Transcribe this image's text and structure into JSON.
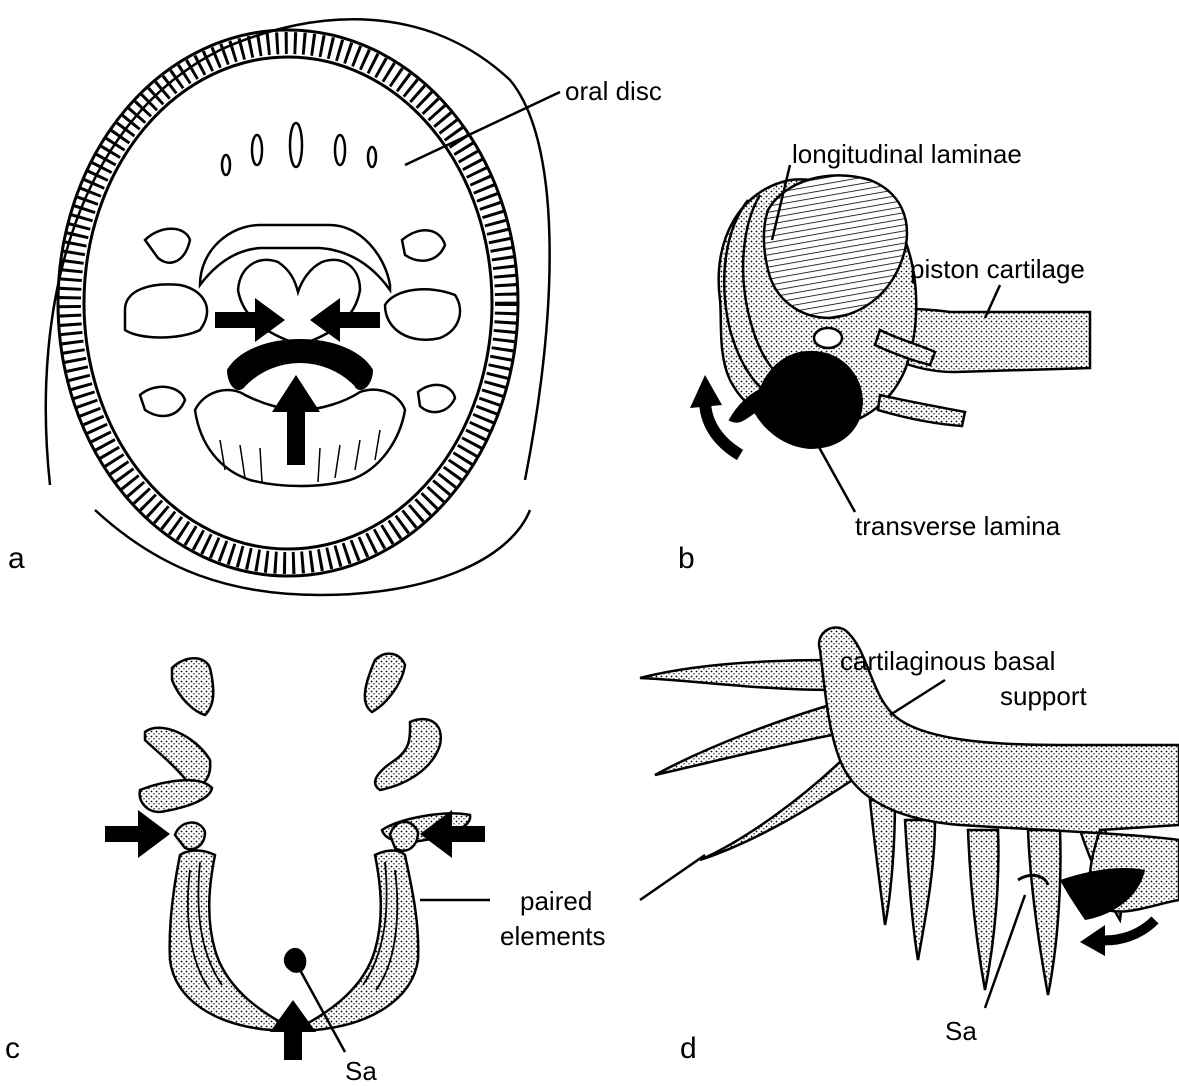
{
  "panels": {
    "a": {
      "letter": "a",
      "label_oral_disc": "oral disc"
    },
    "b": {
      "letter": "b",
      "label_longitudinal": "longitudinal laminae",
      "label_piston": "piston cartilage",
      "label_transverse": "transverse lamina"
    },
    "c": {
      "letter": "c",
      "label_paired_1": "paired",
      "label_paired_2": "elements",
      "label_sa": "Sa"
    },
    "d": {
      "letter": "d",
      "label_basal_1": "cartilaginous basal",
      "label_basal_2": "support",
      "label_sa": "Sa"
    }
  },
  "colors": {
    "ink": "#000000",
    "paper": "#ffffff",
    "stipple": "#b8b8b8"
  }
}
